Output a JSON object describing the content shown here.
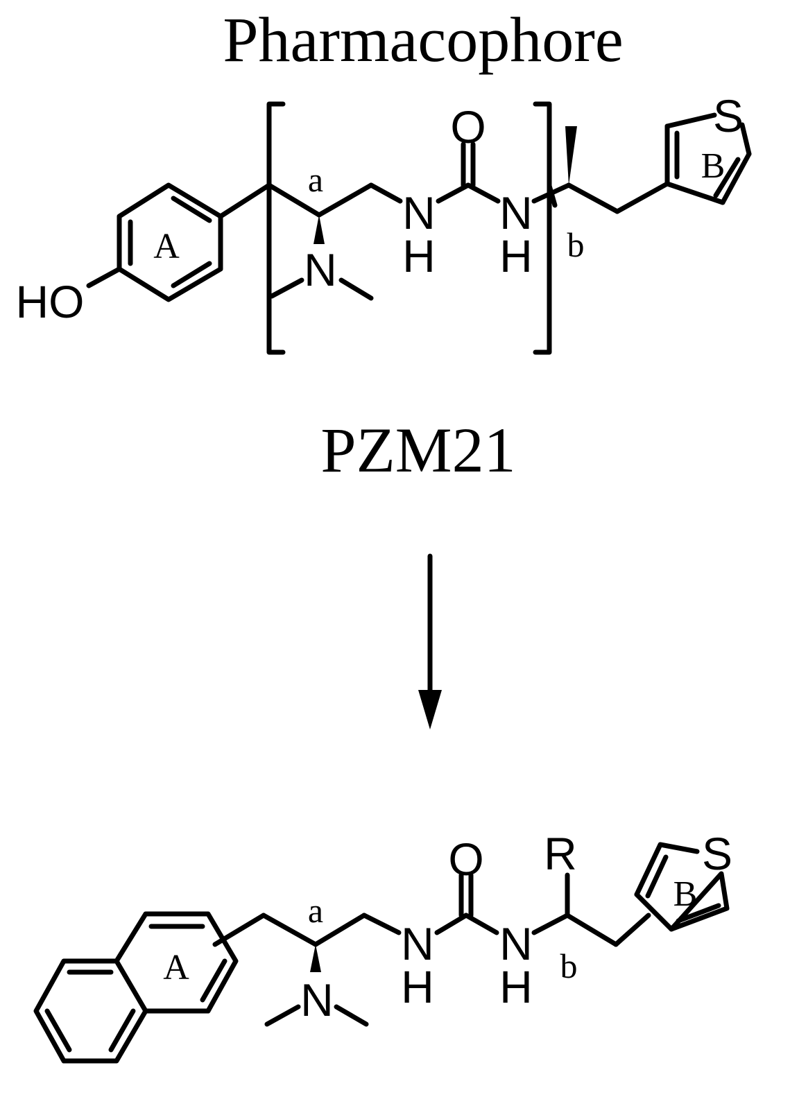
{
  "header": {
    "title": "Pharmacophore"
  },
  "pzm21": {
    "name": "PZM21",
    "ring_a": "A",
    "ring_b": "B",
    "locant_a": "a",
    "locant_b": "b",
    "atoms": {
      "oh": "HO",
      "n": "N",
      "nh_n": "N",
      "nh_h": "H",
      "o": "O",
      "s": "S"
    }
  },
  "product": {
    "ring_a": "A",
    "ring_b": "B",
    "locant_a": "a",
    "locant_b": "b",
    "r_group": "R",
    "atoms": {
      "n": "N",
      "nh_n": "N",
      "nh_h": "H",
      "o": "O",
      "s": "S"
    }
  },
  "colors": {
    "ink": "#000000",
    "background": "#ffffff"
  }
}
